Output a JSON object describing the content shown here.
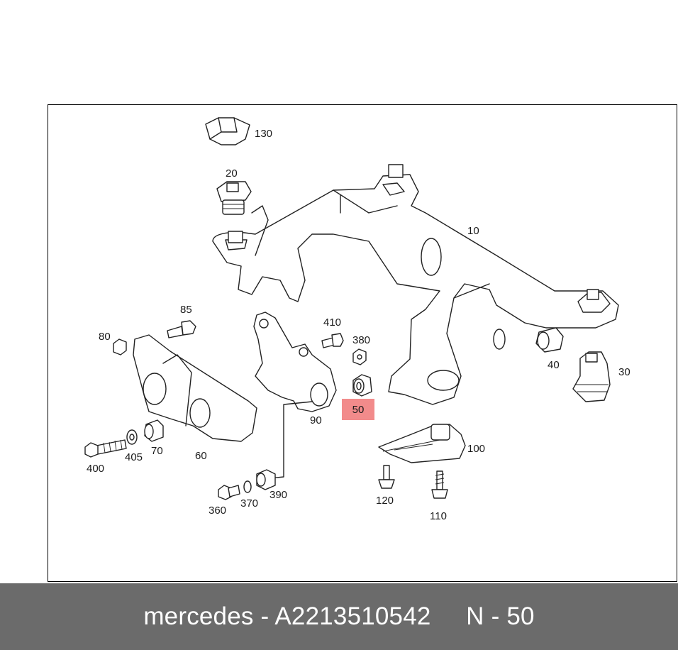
{
  "diagram": {
    "labels": {
      "p130": "130",
      "p20": "20",
      "p10": "10",
      "p85": "85",
      "p80": "80",
      "p410": "410",
      "p380": "380",
      "p50": "50",
      "p90": "90",
      "p40": "40",
      "p30": "30",
      "p400": "400",
      "p405": "405",
      "p70": "70",
      "p60": "60",
      "p100": "100",
      "p360": "360",
      "p370": "370",
      "p390": "390",
      "p120": "120",
      "p110": "110"
    },
    "highlighted_part": "50",
    "highlight_color": "#f28b8b"
  },
  "footer": {
    "text": "mercedes - A2213510542     N - 50",
    "background": "#6b6b6b"
  }
}
